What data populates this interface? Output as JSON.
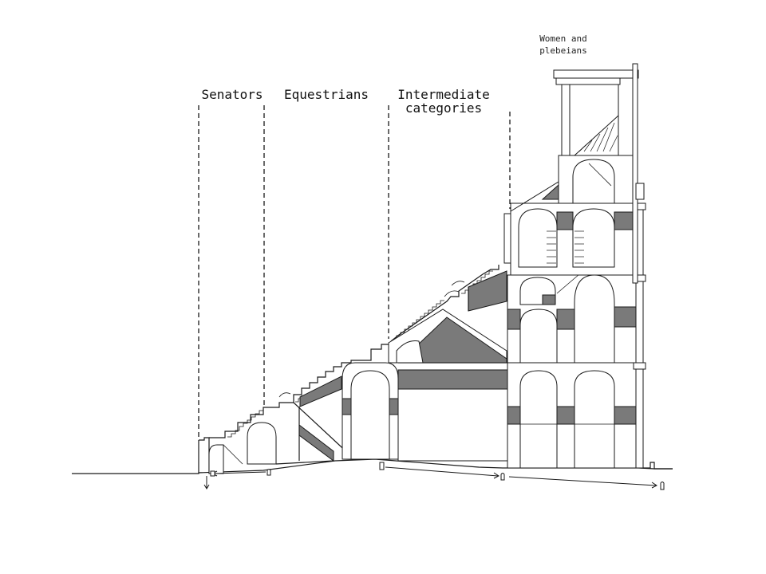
{
  "diagram": {
    "zones": [
      {
        "label": "Senators"
      },
      {
        "label": "Equestrians"
      },
      {
        "label_line1": "Intermediate",
        "label_line2": "categories"
      },
      {
        "label_line1": "Women and",
        "label_line2": "plebeians"
      }
    ]
  },
  "colors": {
    "line": "#1a1a1a",
    "shade": "#7a7a7a",
    "background": "#ffffff"
  }
}
